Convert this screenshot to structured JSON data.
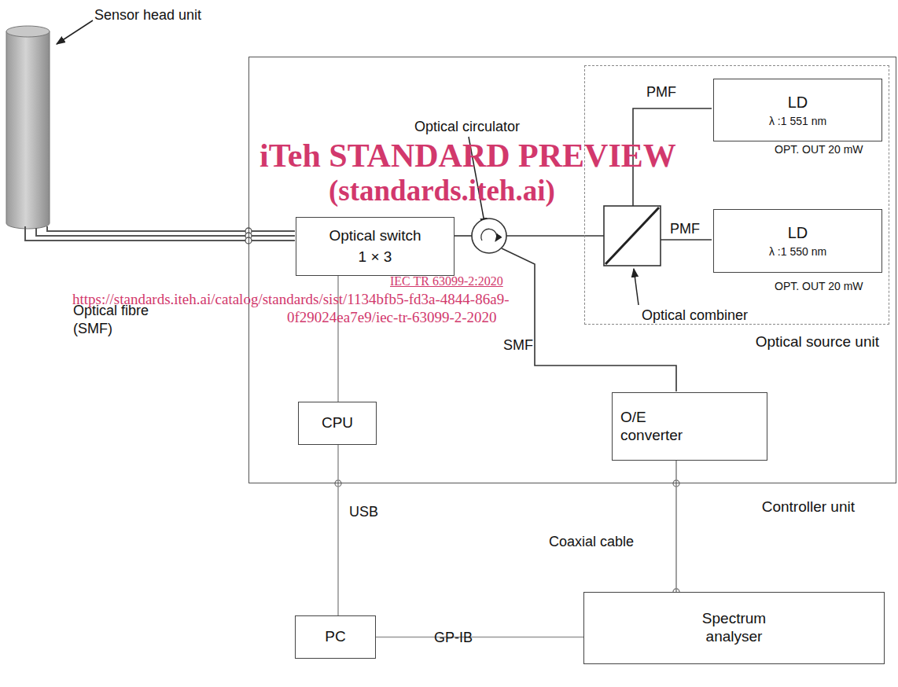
{
  "diagram": {
    "nodes": [
      {
        "text": [
          "Controller unit"
        ]
      },
      {
        "text": [
          "Optical source unit"
        ],
        "in": 0
      },
      {
        "text": [
          "LD",
          "λ :1 551 nm"
        ],
        "in": 1
      },
      {
        "text": [
          "LD",
          "λ :1 550 nm"
        ],
        "in": 1
      },
      {
        "text": [
          "Optical switch",
          "1 × 3"
        ],
        "in": 0
      },
      {
        "text": [
          "CPU"
        ],
        "in": 0
      },
      {
        "text": [
          "O/E converter"
        ],
        "in": 0
      },
      {
        "text": [
          "PC"
        ]
      },
      {
        "text": [
          "Spectrum analyser"
        ]
      }
    ],
    "edges": [
      {
        "from": 4,
        "to": 5,
        "arrow": "none"
      },
      {
        "from": 5,
        "to": 7,
        "label": "USB",
        "arrow": "none"
      },
      {
        "from": 6,
        "to": 8,
        "label": "Coaxial cable",
        "arrow": "none"
      },
      {
        "from": 7,
        "to": 8,
        "label": "GP-IB",
        "arrow": "none"
      }
    ],
    "labels": [
      "Sensor head unit",
      "iTeh STANDARD PREVIEW",
      "Optical circulator",
      "PMF",
      "(standards.iteh.ai)",
      "OPT. OUT 20 mW",
      "PMF",
      "Optical fibre (SMF)",
      "IEC TR 63099-2:2020",
      "https://standards.iteh.ai/catalog/standards/sist/1134bfb5-fd3a-4844-86a9-",
      "OPT. OUT 20 mW",
      "0f29024ea7e9/iec-tr-63099-2-2020",
      "Optical combiner",
      "SMF"
    ]
  }
}
